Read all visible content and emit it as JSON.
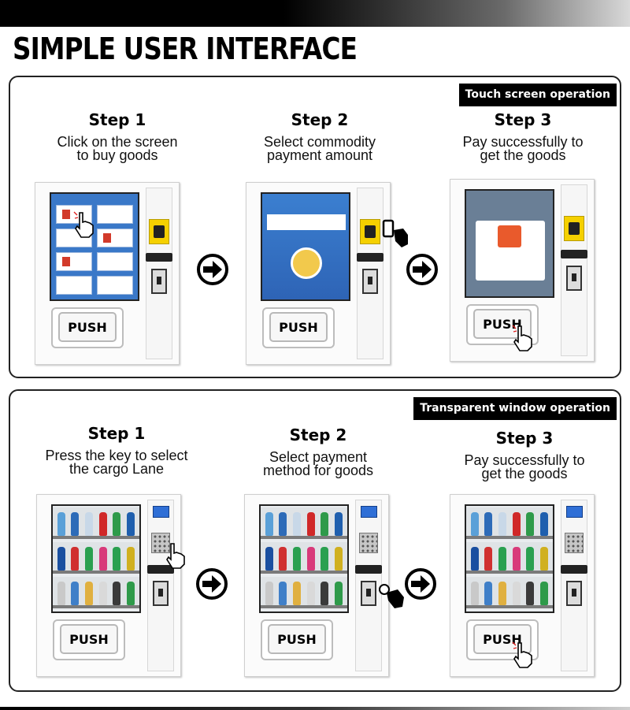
{
  "page": {
    "title": "SIMPLE USER INTERFACE"
  },
  "sections": [
    {
      "badge": "Touch screen operation",
      "steps": [
        {
          "title": "Step 1",
          "desc": "Click on the screen\nto buy goods",
          "button": "PUSH"
        },
        {
          "title": "Step 2",
          "desc": "Select commodity\npayment amount",
          "button": "PUSH"
        },
        {
          "title": "Step 3",
          "desc": "Pay successfully to\nget the goods",
          "button": "PUSH"
        }
      ]
    },
    {
      "badge": "Transparent window operation",
      "steps": [
        {
          "title": "Step 1",
          "desc": "Press the key to select\nthe cargo Lane",
          "button": "PUSH"
        },
        {
          "title": "Step 2",
          "desc": "Select payment\nmethod for goods",
          "button": "PUSH"
        },
        {
          "title": "Step 3",
          "desc": "Pay successfully to\nget the goods",
          "button": "PUSH"
        }
      ]
    }
  ],
  "icons": [
    "arrow-right-circle-icon",
    "hand-pointer-icon",
    "card-tap-icon",
    "coin-hand-icon"
  ],
  "colors": {
    "accent": "#000000",
    "screen_blue": "#3a78c8",
    "scanner_yellow": "#f5d000"
  }
}
